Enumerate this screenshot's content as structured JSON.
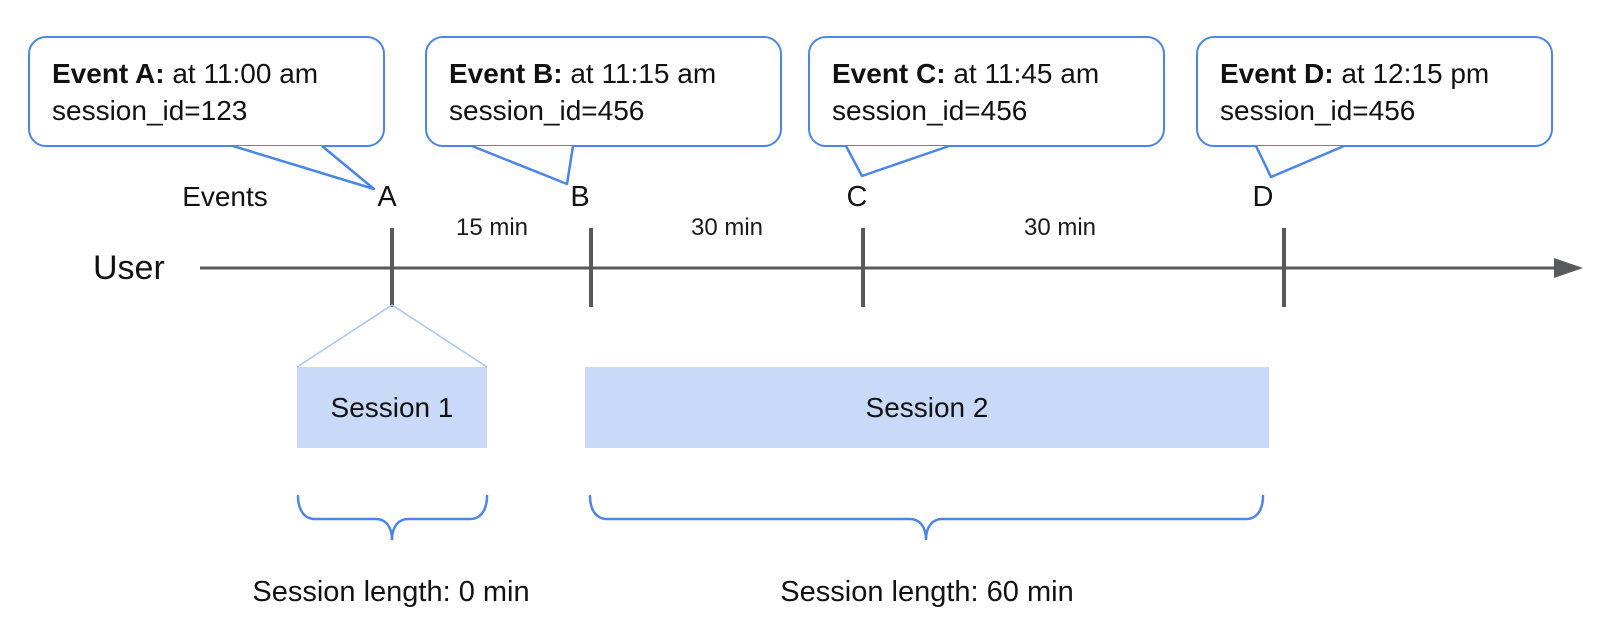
{
  "colors": {
    "accent_blue": "#4a86e8",
    "fan_blue": "#a9c5f5",
    "session_fill": "#c9daf8",
    "line_gray": "#58595b",
    "text_black": "#111111"
  },
  "bubbles": [
    {
      "bold": "Event A:",
      "rest": " at 11:00 am",
      "line2": "session_id=123"
    },
    {
      "bold": "Event B:",
      "rest": " at 11:15 am",
      "line2": "session_id=456"
    },
    {
      "bold": "Event C:",
      "rest": " at 11:45 am",
      "line2": "session_id=456"
    },
    {
      "bold": "Event D:",
      "rest": " at 12:15 pm",
      "line2": "session_id=456"
    }
  ],
  "timeline": {
    "events_label": "Events",
    "user_label": "User",
    "markers": [
      "A",
      "B",
      "C",
      "D"
    ],
    "intervals": [
      "15 min",
      "30 min",
      "30 min"
    ]
  },
  "sessions": [
    {
      "label": "Session 1",
      "length_label": "Session length: 0 min"
    },
    {
      "label": "Session 2",
      "length_label": "Session length: 60 min"
    }
  ]
}
